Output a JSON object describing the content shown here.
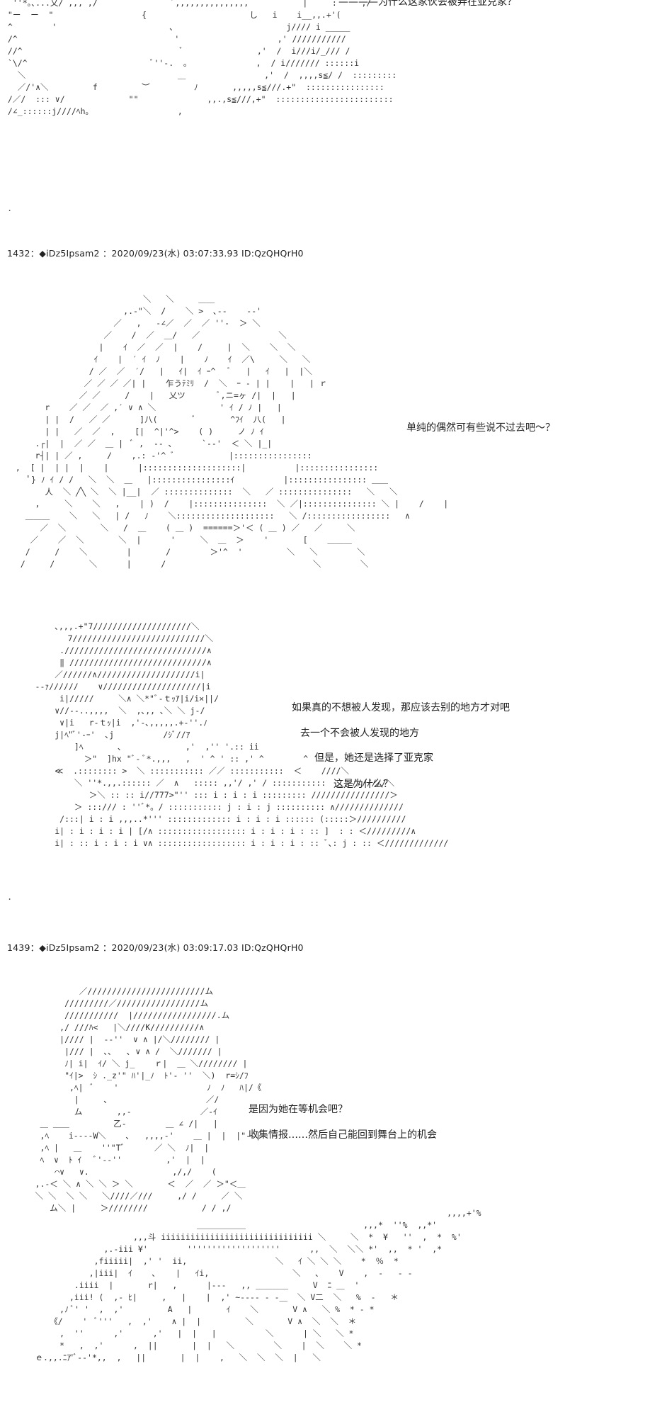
{
  "posts": [
    {
      "header": "",
      "lines": [
        "————为什么这家伙会被弄在亚克家？"
      ]
    },
    {
      "header": "1432：◆iDz5Ipsam2 ：2020/09/23(水) 03:07:33.93 ID:QzQHQrH0",
      "lines": [
        "单纯的偶然可有些说不过去吧～？",
        "如果真的不想被人发现，那应该去别的地方才对吧",
        "去一个不会被人发现的地方",
        "但是，她还是选择了亚克家",
        "这是为什么？"
      ]
    },
    {
      "header": "1439：◆iDz5Ipsam2 ：2020/09/23(水) 03:09:17.03 ID:QzQHQrH0",
      "lines": [
        "是因为她在等机会吧？",
        "收集情报……然后自己能回到舞台上的机会"
      ]
    }
  ]
}
